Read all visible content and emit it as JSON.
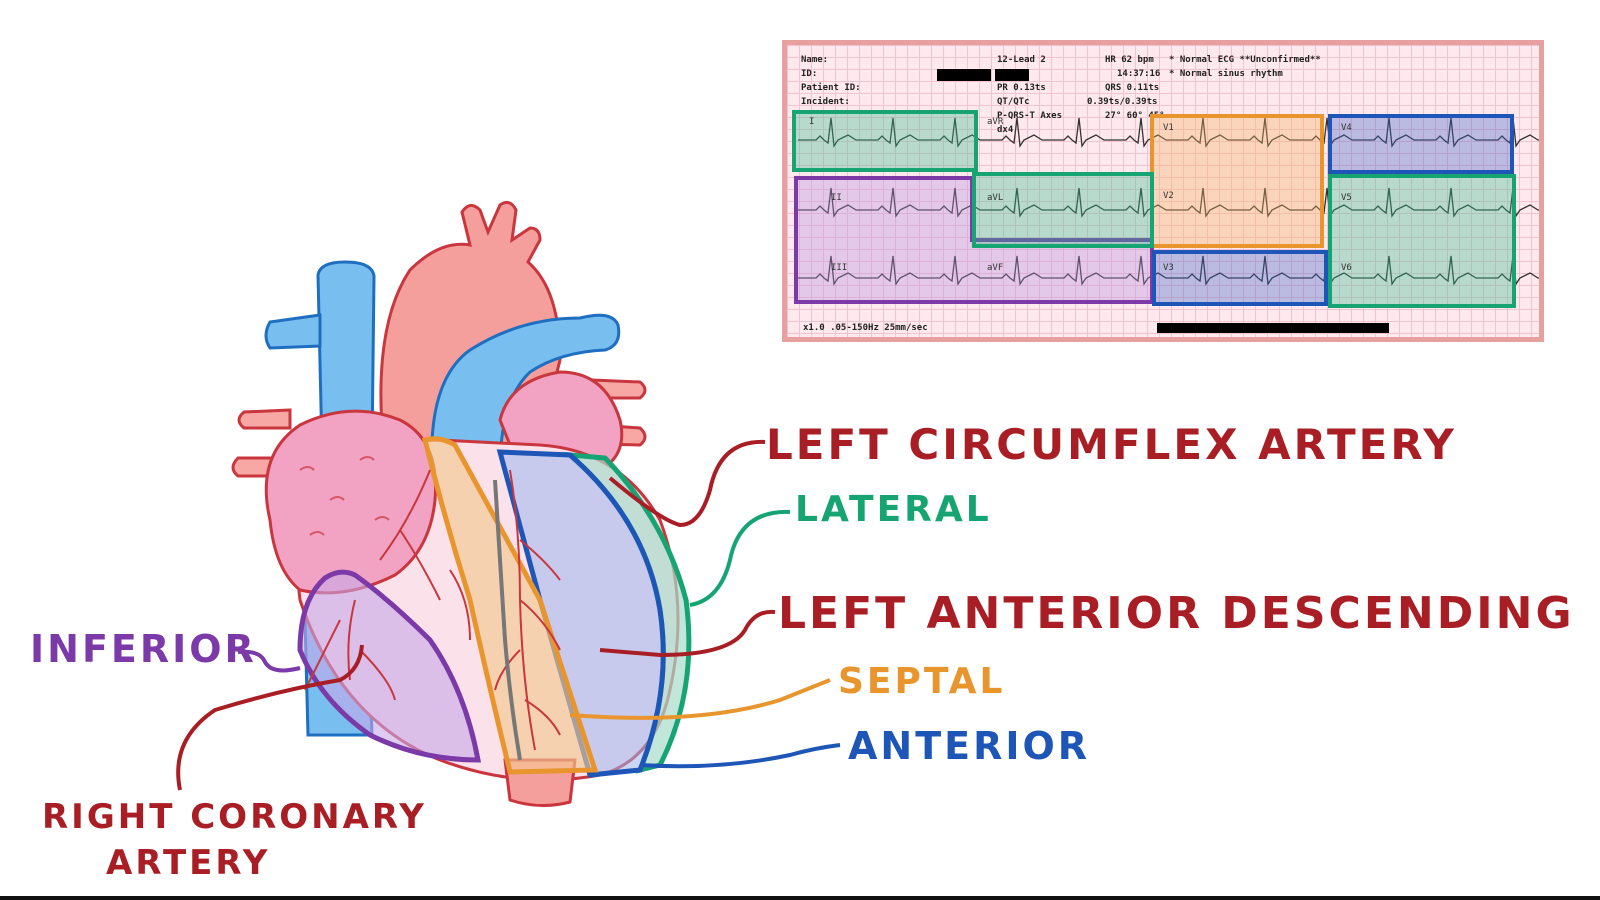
{
  "labels": {
    "lcx": "LEFT CIRCUMFLEX ARTERY",
    "lateral": "LATERAL",
    "lad": "LEFT ANTERIOR DESCENDING",
    "septal": "SEPTAL",
    "anterior": "ANTERIOR",
    "inferior": "INFERIOR",
    "rca_line1": "RIGHT CORONARY",
    "rca_line2": "ARTERY"
  },
  "ecg": {
    "name_label": "Name:",
    "id_label": "ID:",
    "patient_id_label": "Patient ID:",
    "incident_label": "Incident:",
    "title": "12-Lead 2",
    "hr": "HR 62 bpm",
    "time": "14:37:16",
    "interpretation_1": "* Normal ECG **Unconfirmed**",
    "interpretation_2": "* Normal sinus rhythm",
    "pr": "PR 0.13ts",
    "qrs": "QRS 0.11ts",
    "qt": "QT/QTc",
    "qt_val": "0.39ts/0.39ts",
    "axis": "P-QRS-T Axes",
    "axis_val": "27° 60° 45°",
    "dx": "dx4",
    "footer": "x1.0 .05-150Hz 25mm/sec",
    "leads": [
      "I",
      "aVR",
      "V1",
      "V4",
      "II",
      "aVL",
      "V2",
      "V5",
      "III",
      "aVF",
      "V3",
      "V6"
    ]
  },
  "colors": {
    "red_label": "#a81e24",
    "lateral": "#16a473",
    "septal": "#e9952e",
    "anterior": "#1e56b8",
    "inferior": "#7b3aa8",
    "card_border": "#e6a0a0"
  }
}
